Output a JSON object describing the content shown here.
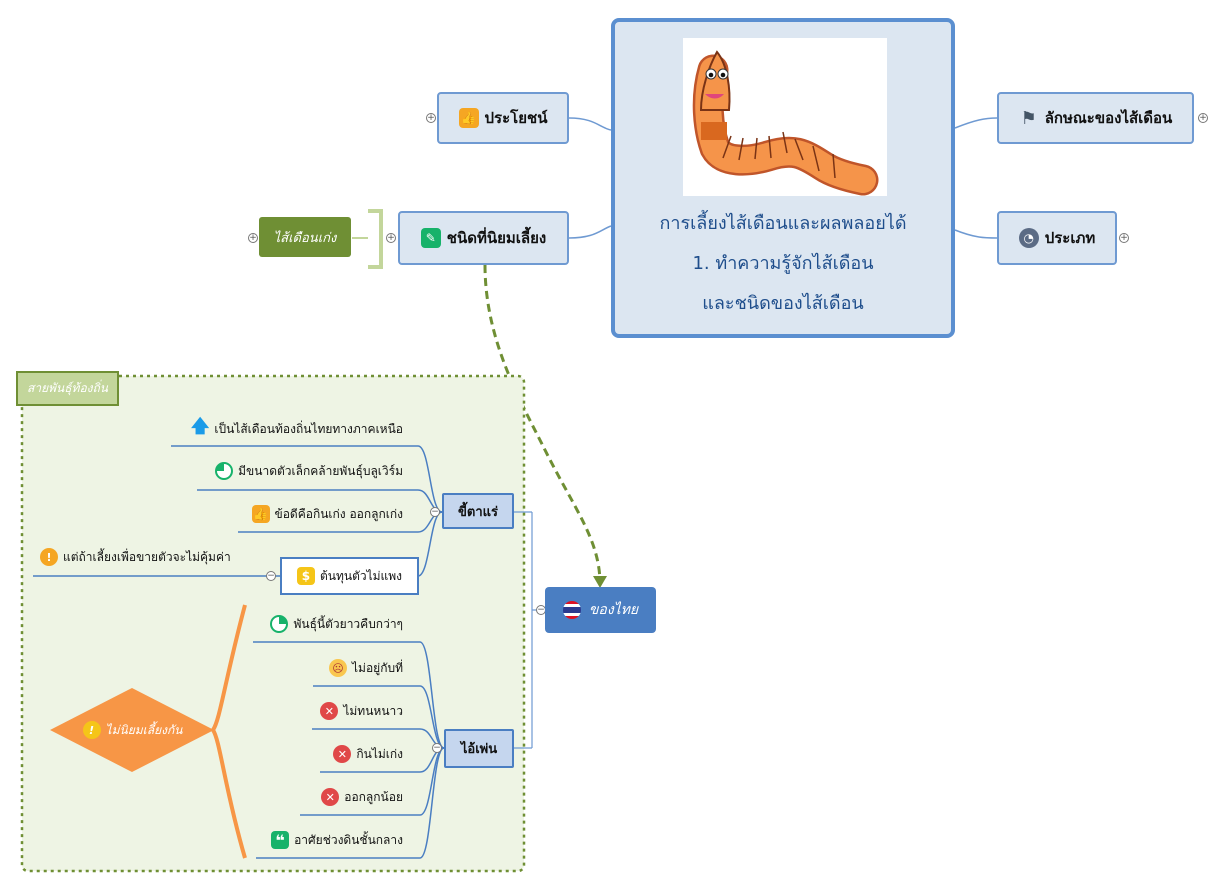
{
  "central": {
    "line1": "การเลี้ยงไส้เดือนและผลพลอยได้",
    "line2": "1. ทำความรู้จักไส้เดือน",
    "line3": "และชนิดของไส้เดือน",
    "image": "earthworm-cartoon"
  },
  "topics": {
    "benefit": {
      "label": "ประโยชน์",
      "icon": "thumbs-up-icon"
    },
    "species": {
      "label": "ชนิดที่นิยมเลี้ยง",
      "icon": "pencil-icon"
    },
    "traits": {
      "label": "ลักษณะของไส้เดือน",
      "icon": "flag-icon"
    },
    "types": {
      "label": "ประเภท",
      "icon": "pie-chart-icon"
    }
  },
  "floating": {
    "old_worm": "ไส้เดือนเก่ง",
    "thai": "ของไทย",
    "thai_icon": "thai-flag-icon"
  },
  "boundary": {
    "label": "สายพันธุ์ท้องถิ่น"
  },
  "ee_tare": {
    "label": "ขี้ตาแร่",
    "leaves": [
      {
        "text": "เป็นไส้เดือนท้องถิ่นไทยทางภาคเหนือ",
        "icon": "arrow-up-icon"
      },
      {
        "text": "มีขนาดตัวเล็กคล้ายพันธุ์บลูเวิร์ม",
        "icon": "progress-quarter-icon"
      },
      {
        "text": "ข้อดีคือกินเก่ง ออกลูกเก่ง",
        "icon": "thumbs-up-icon"
      },
      {
        "text": "ต้นทุนตัวไม่แพง",
        "icon": "dollar-icon"
      }
    ],
    "cost_note": {
      "text": "แต่ถ้าเลี้ยงเพื่อขายตัวจะไม่คุ้มค่า",
      "icon": "warning-icon"
    }
  },
  "ai_pen": {
    "label": "ไอ้เพ่น",
    "leaves": [
      {
        "text": "พันธุ์นี้ตัวยาวคืบกว่าๆ",
        "icon": "progress-quarter-icon"
      },
      {
        "text": "ไม่อยู่กับที่",
        "icon": "angry-face-icon"
      },
      {
        "text": "ไม่ทนหนาว",
        "icon": "cross-icon"
      },
      {
        "text": "กินไม่เก่ง",
        "icon": "cross-icon"
      },
      {
        "text": "ออกลูกน้อย",
        "icon": "cross-icon"
      },
      {
        "text": "อาศัยช่วงดินชั้นกลาง",
        "icon": "quote-icon"
      }
    ],
    "summary": {
      "text": "ไม่นิยมเลี้ยงกัน",
      "icon": "warning-icon"
    }
  },
  "colors": {
    "topic_fill": "#dce6f1",
    "topic_border": "#6f9ad2",
    "thai_fill": "#4a7ec2",
    "old_worm_fill": "#6f8f34",
    "boundary_fill": "#eef4e4",
    "summary_fill": "#f79646"
  }
}
